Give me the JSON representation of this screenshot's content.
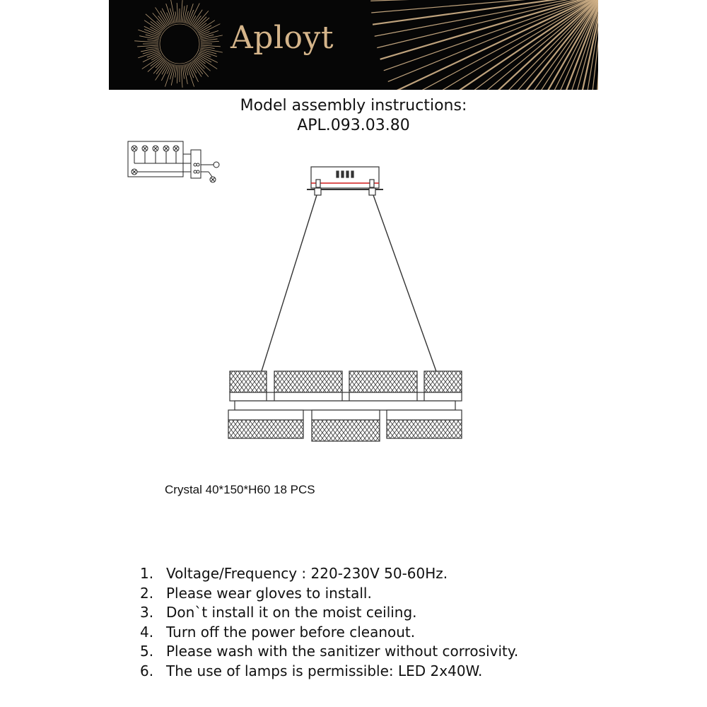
{
  "brand": {
    "name": "Aployt",
    "color": "#d4b48a"
  },
  "title": {
    "line1": "Model assembly instructions:",
    "line2": "APL.093.03.80"
  },
  "diagram": {
    "wiring_icon": "wiring-diagram-icon",
    "product_icon": "chandelier-diagram-icon",
    "accent_color": "#d11a1a"
  },
  "caption": "Crystal 40*150*H60 18 PCS",
  "notes": [
    {
      "num": "1.",
      "text": "Voltage/Frequency : 220-230V 50-60Hz."
    },
    {
      "num": "2.",
      "text": "Please wear gloves to install."
    },
    {
      "num": "3.",
      "text": "Don`t install it on the moist ceiling."
    },
    {
      "num": "4.",
      "text": "Turn off the power before cleanout."
    },
    {
      "num": "5.",
      "text": "Please wash with the sanitizer without corrosivity."
    },
    {
      "num": "6.",
      "text": "The use of lamps is permissible: LED 2x40W."
    }
  ]
}
